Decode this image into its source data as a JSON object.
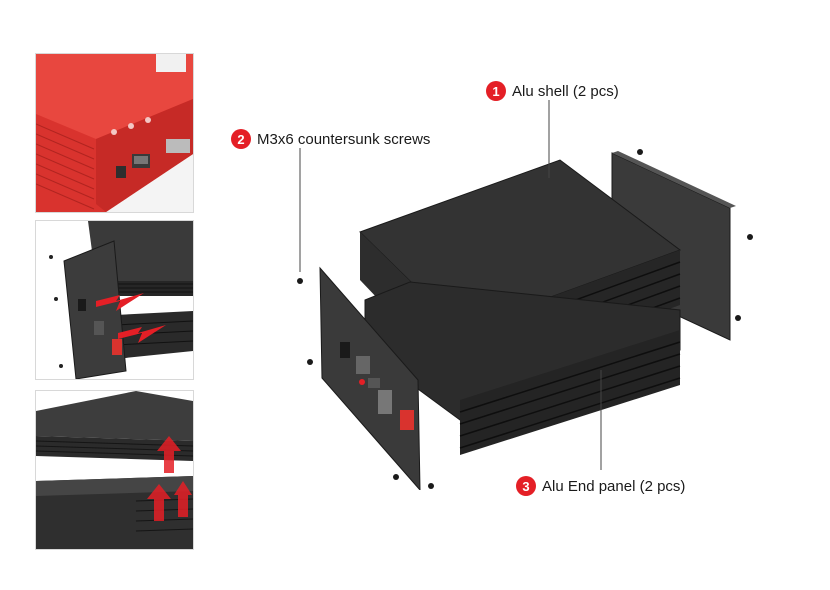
{
  "colors": {
    "badge": "#e41f26",
    "accent_arrow": "#e41f26",
    "product_red": "#d9332e",
    "product_black": "#2b2b2b"
  },
  "callouts": [
    {
      "number": "1",
      "label": "Alu shell (2 pcs)"
    },
    {
      "number": "2",
      "label": "M3x6 countersunk screws"
    },
    {
      "number": "3",
      "label": "Alu End panel (2 pcs)"
    }
  ],
  "thumbnails": [
    {
      "name": "red-enclosure-detail"
    },
    {
      "name": "end-panel-slide-in-detail"
    },
    {
      "name": "shell-assembly-detail"
    }
  ]
}
